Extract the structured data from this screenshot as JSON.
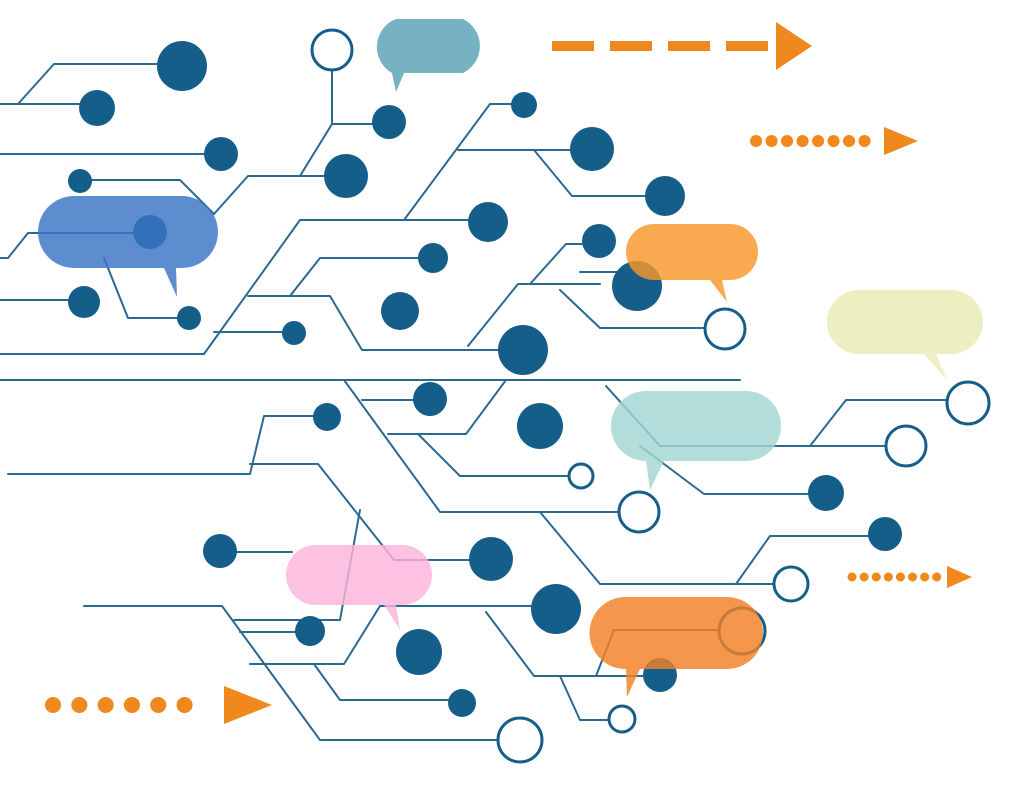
{
  "palette": {
    "trace": "#2a6a92",
    "node": "#155e89",
    "arrow": "#f0891d",
    "background": "#ffffff"
  },
  "bubbles": [
    {
      "name": "speech-bubble-teal-top",
      "color": "#58a1b3"
    },
    {
      "name": "speech-bubble-blue",
      "color": "#3b74c4"
    },
    {
      "name": "speech-bubble-orange-upper",
      "color": "#f8972a"
    },
    {
      "name": "speech-bubble-pale-yellow",
      "color": "#e9ebb5"
    },
    {
      "name": "speech-bubble-light-teal",
      "color": "#a2d6d3"
    },
    {
      "name": "speech-bubble-pink",
      "color": "#fcb5dc"
    },
    {
      "name": "speech-bubble-orange-lower",
      "color": "#f28026"
    }
  ],
  "arrows": [
    {
      "name": "dashed-arrow-top",
      "style": "dashed"
    },
    {
      "name": "dotted-arrow-upper-right",
      "style": "dotted"
    },
    {
      "name": "dotted-arrow-lower-right",
      "style": "dotted"
    },
    {
      "name": "dotted-arrow-bottom-left",
      "style": "dotted"
    }
  ]
}
